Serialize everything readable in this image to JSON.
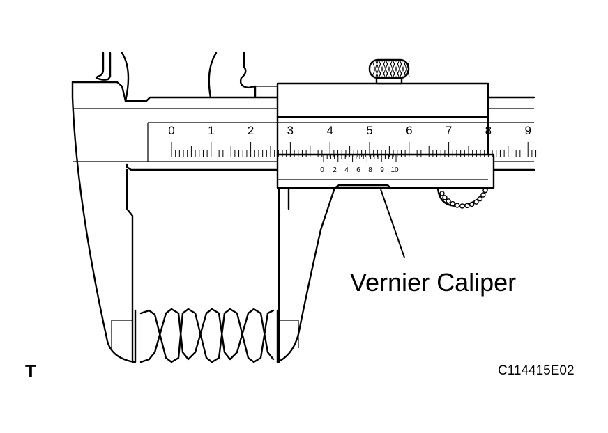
{
  "figure": {
    "callout_label": "Vernier Caliper",
    "corner_tag": "T",
    "figure_code": "C114415E02"
  },
  "main_scale": {
    "labels": [
      "0",
      "1",
      "2",
      "3",
      "4",
      "5",
      "6",
      "7",
      "8",
      "9"
    ]
  },
  "vernier_scale": {
    "labels": [
      "0",
      "2",
      "4",
      "6",
      "8",
      "9",
      "10"
    ]
  }
}
